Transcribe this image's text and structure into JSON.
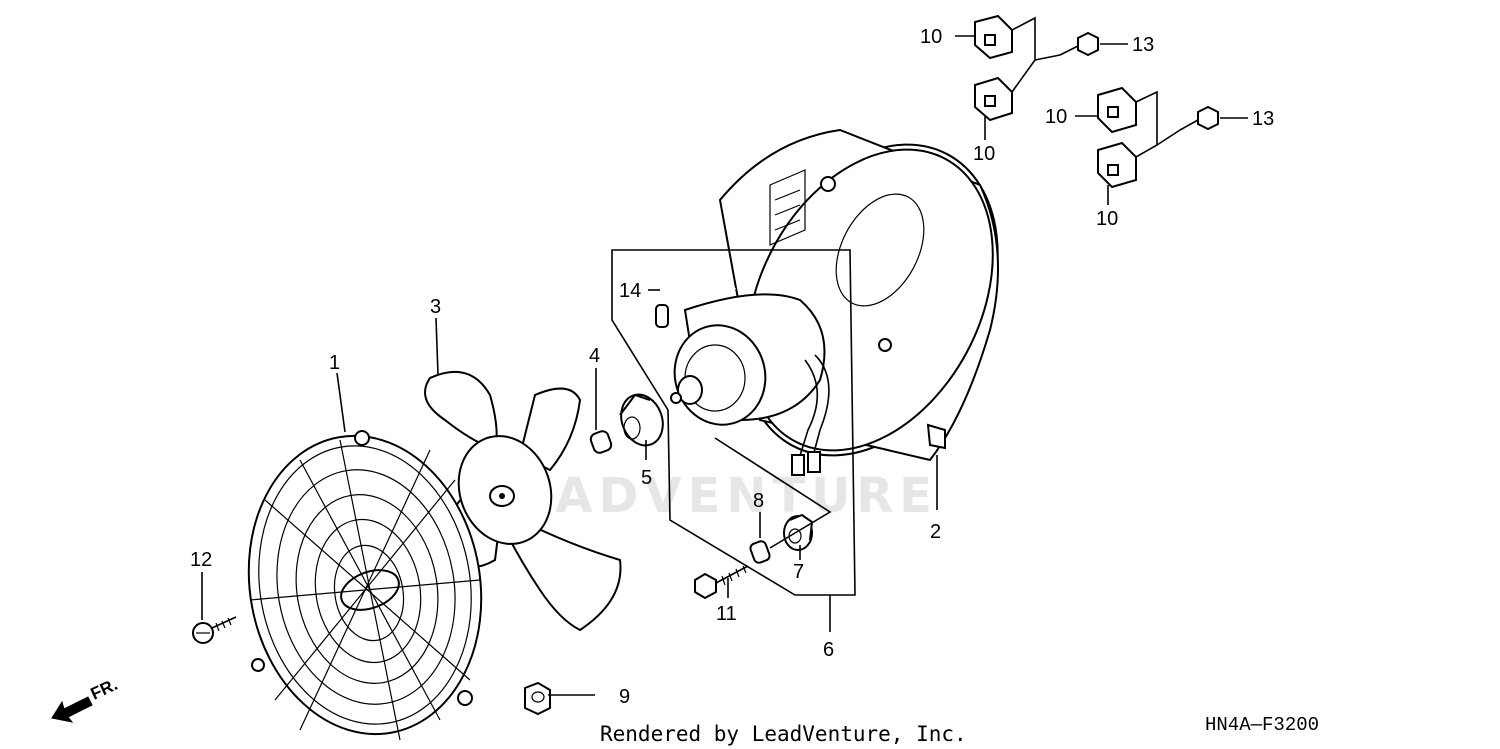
{
  "diagram": {
    "watermark": "LEADVENTURE",
    "credit": "Rendered by LeadVenture, Inc.",
    "diagram_code": "HN4A—F3200",
    "direction_label": "FR.",
    "callouts": {
      "c1": "1",
      "c2": "2",
      "c3": "3",
      "c4": "4",
      "c5": "5",
      "c6": "6",
      "c7": "7",
      "c8": "8",
      "c9": "9",
      "c10a": "10",
      "c10b": "10",
      "c10c": "10",
      "c10d": "10",
      "c11": "11",
      "c12": "12",
      "c13a": "13",
      "c13b": "13",
      "c14": "14"
    }
  }
}
